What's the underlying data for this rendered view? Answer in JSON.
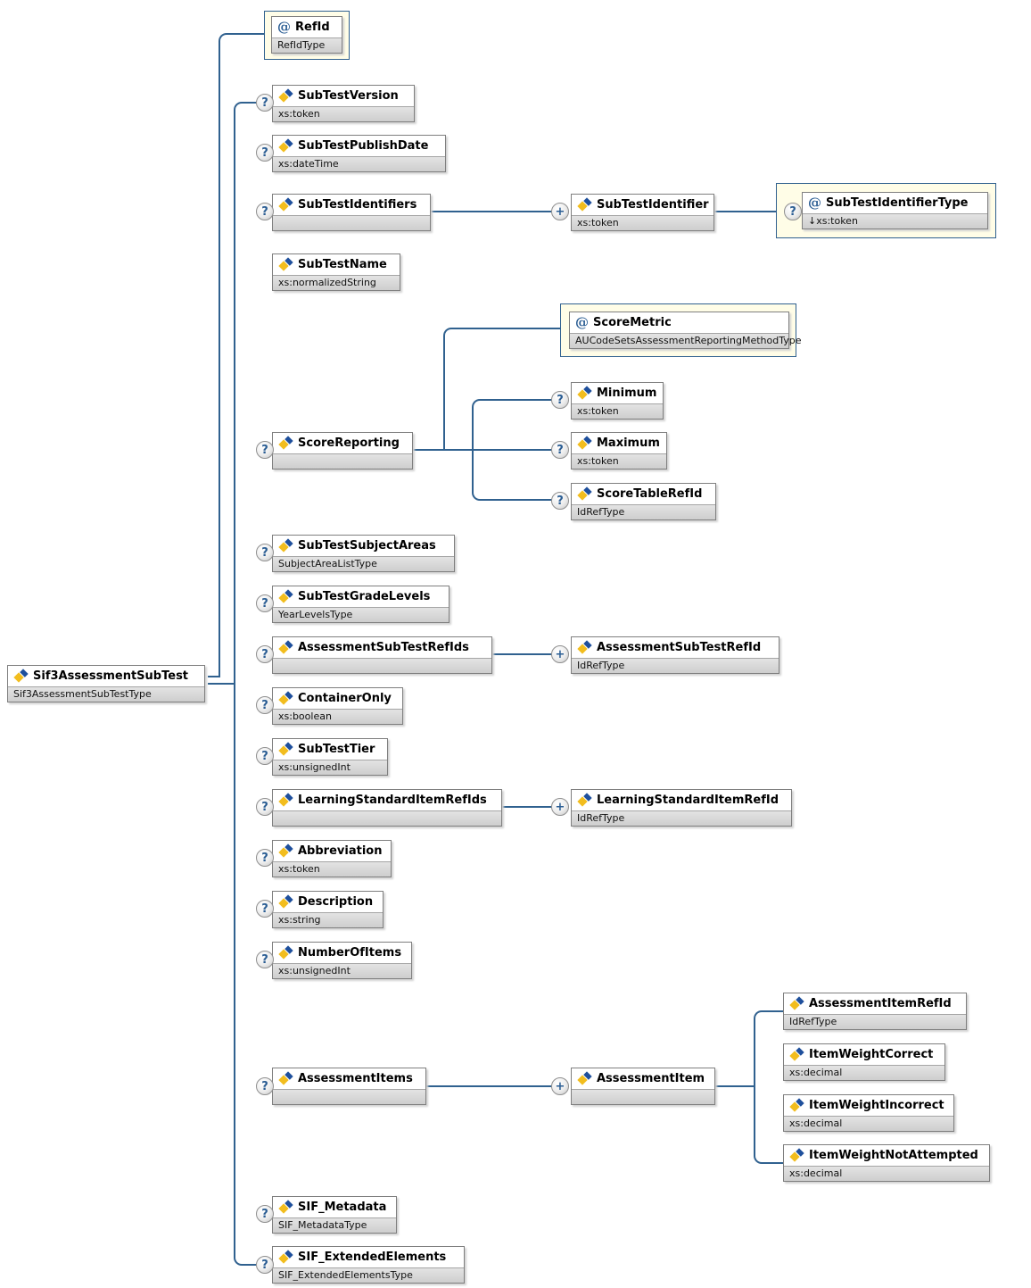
{
  "glyphs": {
    "optional": "?",
    "repeat": "+",
    "attribute": "@"
  },
  "colors": {
    "connector": "#30618f",
    "attribute_frame": "#fffde7",
    "type_strip": "#d6d6d6",
    "icon_blue": "#1e4f9c",
    "icon_yellow": "#f2bd1e"
  },
  "root": {
    "name": "Sif3AssessmentSubTest",
    "type": "Sif3AssessmentSubTestType"
  },
  "nodes": {
    "refId": {
      "name": "RefId",
      "type": "RefIdType"
    },
    "subTestVersion": {
      "name": "SubTestVersion",
      "type": "xs:token"
    },
    "subTestPublishDate": {
      "name": "SubTestPublishDate",
      "type": "xs:dateTime"
    },
    "subTestIdentifiers": {
      "name": "SubTestIdentifiers",
      "type": ""
    },
    "subTestIdentifier": {
      "name": "SubTestIdentifier",
      "type": "xs:token"
    },
    "subTestIdentifierType": {
      "name": "SubTestIdentifierType",
      "type": "↓xs:token"
    },
    "subTestName": {
      "name": "SubTestName",
      "type": "xs:normalizedString"
    },
    "scoreMetric": {
      "name": "ScoreMetric",
      "type": "AUCodeSetsAssessmentReportingMethodType"
    },
    "scoreReporting": {
      "name": "ScoreReporting",
      "type": ""
    },
    "minimum": {
      "name": "Minimum",
      "type": "xs:token"
    },
    "maximum": {
      "name": "Maximum",
      "type": "xs:token"
    },
    "scoreTableRefId": {
      "name": "ScoreTableRefId",
      "type": "IdRefType"
    },
    "subTestSubjectAreas": {
      "name": "SubTestSubjectAreas",
      "type": "SubjectAreaListType"
    },
    "subTestGradeLevels": {
      "name": "SubTestGradeLevels",
      "type": "YearLevelsType"
    },
    "assessmentSubTestRefIds": {
      "name": "AssessmentSubTestRefIds",
      "type": ""
    },
    "assessmentSubTestRefId": {
      "name": "AssessmentSubTestRefId",
      "type": "IdRefType"
    },
    "containerOnly": {
      "name": "ContainerOnly",
      "type": "xs:boolean"
    },
    "subTestTier": {
      "name": "SubTestTier",
      "type": "xs:unsignedInt"
    },
    "learningStandardItemRefIds": {
      "name": "LearningStandardItemRefIds",
      "type": ""
    },
    "learningStandardItemRefId": {
      "name": "LearningStandardItemRefId",
      "type": "IdRefType"
    },
    "abbreviation": {
      "name": "Abbreviation",
      "type": "xs:token"
    },
    "description": {
      "name": "Description",
      "type": "xs:string"
    },
    "numberOfItems": {
      "name": "NumberOfItems",
      "type": "xs:unsignedInt"
    },
    "assessmentItems": {
      "name": "AssessmentItems",
      "type": ""
    },
    "assessmentItem": {
      "name": "AssessmentItem",
      "type": ""
    },
    "assessmentItemRefId": {
      "name": "AssessmentItemRefId",
      "type": "IdRefType"
    },
    "itemWeightCorrect": {
      "name": "ItemWeightCorrect",
      "type": "xs:decimal"
    },
    "itemWeightIncorrect": {
      "name": "ItemWeightIncorrect",
      "type": "xs:decimal"
    },
    "itemWeightNotAttempted": {
      "name": "ItemWeightNotAttempted",
      "type": "xs:decimal"
    },
    "sifMetadata": {
      "name": "SIF_Metadata",
      "type": "SIF_MetadataType"
    },
    "sifExtendedElements": {
      "name": "SIF_ExtendedElements",
      "type": "SIF_ExtendedElementsType"
    }
  }
}
